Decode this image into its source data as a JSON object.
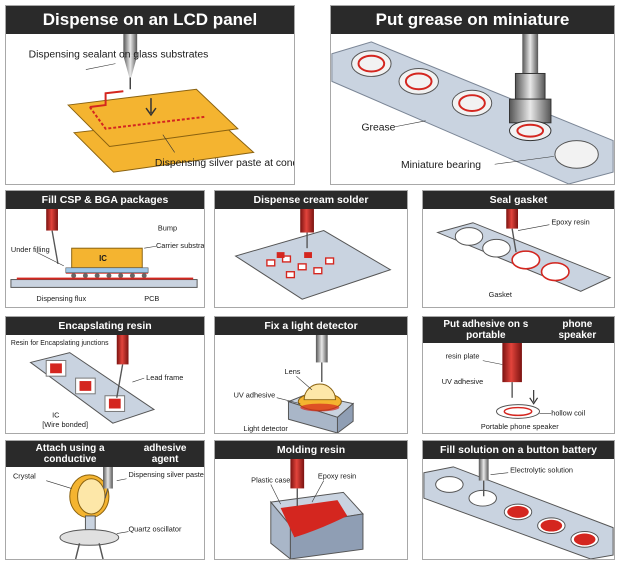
{
  "colors": {
    "header_bg": "#2a2a2a",
    "header_text": "#ffffff",
    "red": "#d4261f",
    "yellow": "#f4b430",
    "steel": "#c9d3e0",
    "nozzle": "#b01e1a"
  },
  "panels": {
    "lcd": {
      "title": "Dispense on an LCD panel",
      "label_sealant": "Dispensing sealant on glass substrates",
      "label_silver": "Dispensing silver paste at conductive points"
    },
    "grease": {
      "title": "Put grease on miniature",
      "label_grease": "Grease",
      "label_bearing": "Miniature bearing"
    },
    "csp": {
      "title": "Fill CSP & BGA packages",
      "label_bump": "Bump",
      "label_underfilling": "Under filling",
      "label_ic": "IC",
      "label_carrier": "Carrier substrate",
      "label_flux": "Dispensing flux",
      "label_pcb": "PCB"
    },
    "cream": {
      "title": "Dispense cream solder"
    },
    "gasket": {
      "title": "Seal gasket",
      "label_epoxy": "Epoxy resin",
      "label_gasket": "Gasket"
    },
    "encap": {
      "title": "Encapslating resin",
      "label_resin": "Resin for Encapslating junctions",
      "label_leadframe": "Lead frame",
      "label_ic": "IC",
      "label_wirebonded": "[Wire bonded]"
    },
    "light": {
      "title": "Fix a light detector",
      "label_lens": "Lens",
      "label_uv": "UV adhesive",
      "label_detector": "Light detector"
    },
    "speaker": {
      "title_line1": "Put adhesive on s portable",
      "title_line2": "phone speaker",
      "label_plate": "resin plate",
      "label_uv": "UV adhesive",
      "label_coil": "hollow coil",
      "label_speaker": "Portable phone speaker"
    },
    "conductive": {
      "title_line1": "Attach using a conductive",
      "title_line2": "adhesive agent",
      "label_crystal": "Crystal",
      "label_silver": "Dispensing silver paste",
      "label_quartz": "Quartz oscillator"
    },
    "molding": {
      "title": "Molding resin",
      "label_case": "Plastic case",
      "label_epoxy": "Epoxy resin"
    },
    "battery": {
      "title": "Fill solution on a button battery",
      "label_solution": "Electrolytic solution"
    }
  }
}
